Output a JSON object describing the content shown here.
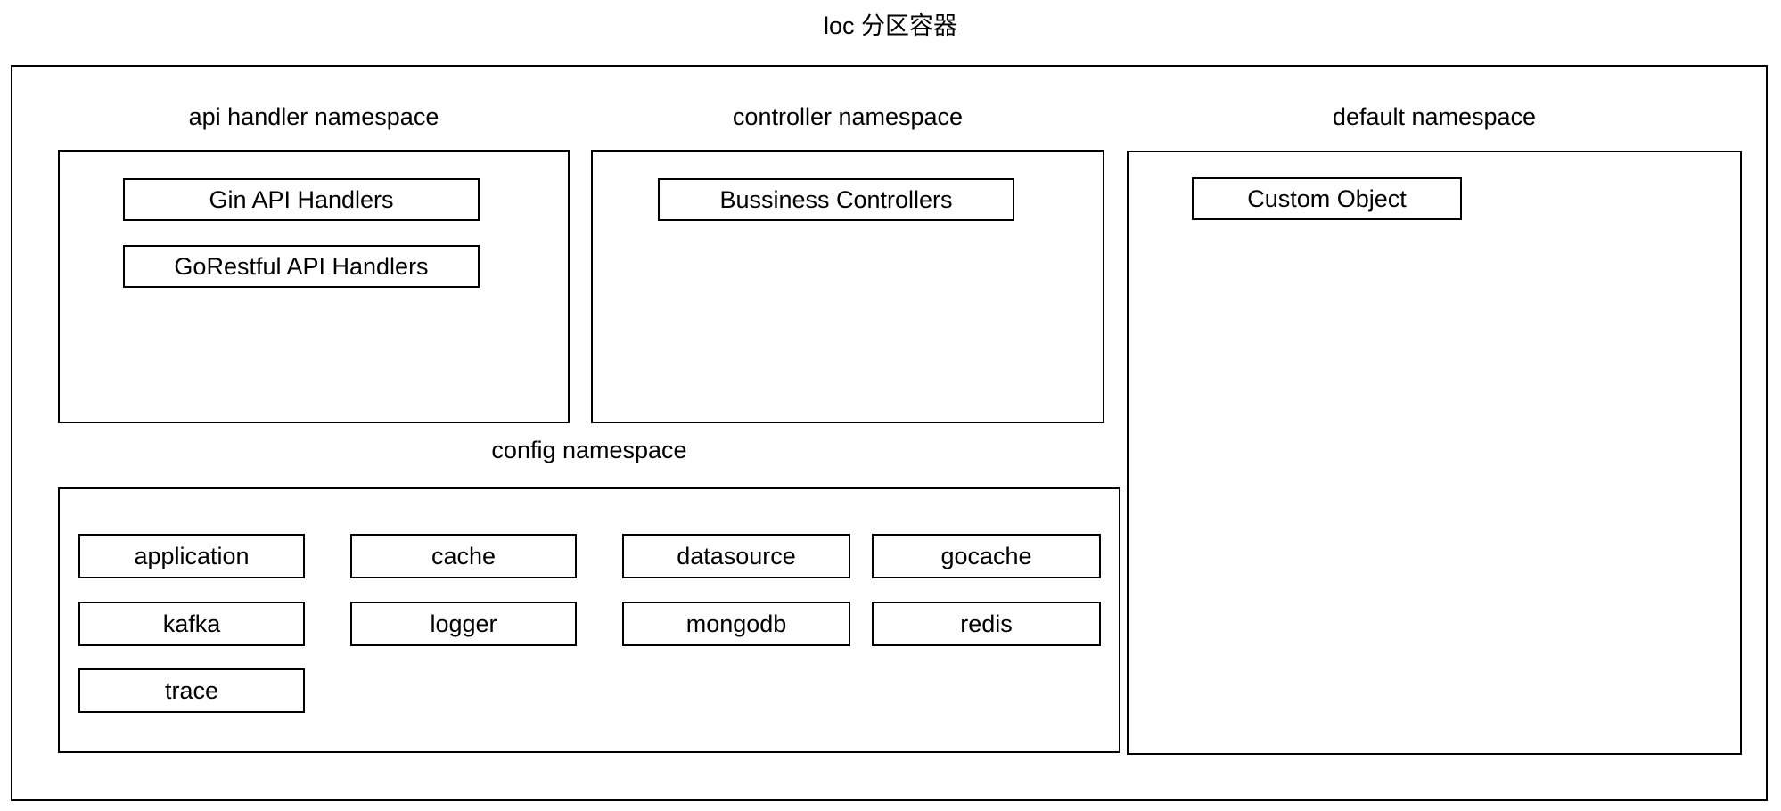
{
  "title": "loc 分区容器",
  "colors": {
    "background": "#ffffff",
    "border": "#000000",
    "text": "#000000"
  },
  "namespaces": {
    "api_handler": {
      "label": "api handler namespace",
      "items": [
        "Gin API Handlers",
        "GoRestful API Handlers"
      ]
    },
    "controller": {
      "label": "controller namespace",
      "items": [
        "Bussiness Controllers"
      ]
    },
    "default_ns": {
      "label": "default namespace",
      "items": [
        "Custom Object"
      ]
    },
    "config": {
      "label": "config namespace",
      "items": [
        "application",
        "cache",
        "datasource",
        "gocache",
        "kafka",
        "logger",
        "mongodb",
        "redis",
        "trace"
      ]
    }
  }
}
